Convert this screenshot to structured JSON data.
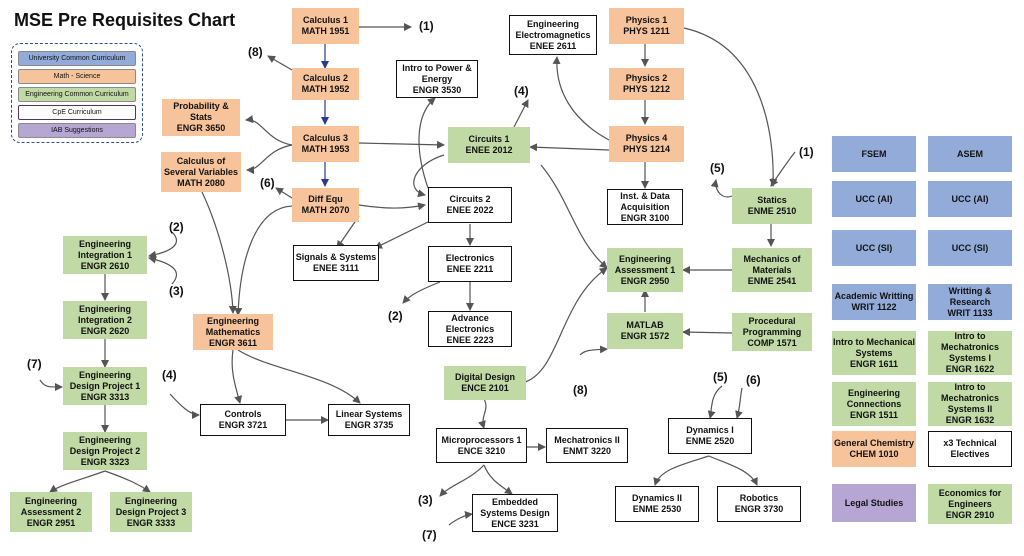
{
  "title": "MSE Pre Requisites Chart",
  "legend": [
    {
      "label": "University Common Curriculum",
      "color": "#92abd9"
    },
    {
      "label": "Math - Science",
      "color": "#f7c39a"
    },
    {
      "label": "Engineering Common Curriculum",
      "color": "#c1d9a4"
    },
    {
      "label": "CpE Curriculum",
      "color": "#ffffff"
    },
    {
      "label": "IAB Suggestions",
      "color": "#b5a6d3"
    }
  ],
  "courses": {
    "calc1": {
      "name": "Calculus 1",
      "code": "MATH 1951"
    },
    "calc2": {
      "name": "Calculus 2",
      "code": "MATH 1952"
    },
    "calc3": {
      "name": "Calculus 3",
      "code": "MATH 1953"
    },
    "probstat": {
      "name": "Probability & Stats",
      "code": "ENGR 3650"
    },
    "calcsev": {
      "name": "Calculus of Several Variables",
      "code": "MATH 2080"
    },
    "diffeq": {
      "name": "Diff Equ",
      "code": "MATH 2070"
    },
    "signals": {
      "name": "Signals & Systems",
      "code": "ENEE 3111"
    },
    "intropower": {
      "name": "Intro to Power & Energy",
      "code": "ENGR 3530"
    },
    "circ1": {
      "name": "Circuits 1",
      "code": "ENEE 2012"
    },
    "circ2": {
      "name": "Circuits 2",
      "code": "ENEE 2022"
    },
    "electronics": {
      "name": "Electronics",
      "code": "ENEE 2211"
    },
    "advelec": {
      "name": "Advance Electronics",
      "code": "ENEE 2223"
    },
    "emag": {
      "name": "Engineering Electromagnetics",
      "code": "ENEE 2611"
    },
    "phys1": {
      "name": "Physics 1",
      "code": "PHYS 1211"
    },
    "phys2": {
      "name": "Physics 2",
      "code": "PHYS 1212"
    },
    "phys4": {
      "name": "Physics 4",
      "code": "PHYS 1214"
    },
    "instdata": {
      "name": "Inst. & Data Acquisition",
      "code": "ENGR 3100"
    },
    "statics": {
      "name": "Statics",
      "code": "ENME 2510"
    },
    "mechmat": {
      "name": "Mechanics of Materials",
      "code": "ENME 2541"
    },
    "engassess1": {
      "name": "Engineering Assessment 1",
      "code": "ENGR 2950"
    },
    "matlab": {
      "name": "MATLAB",
      "code": "ENGR 1572"
    },
    "procprog": {
      "name": "Procedural Programming",
      "code": "COMP 1571"
    },
    "engint1": {
      "name": "Engineering Integration 1",
      "code": "ENGR 2610"
    },
    "engint2": {
      "name": "Engineering Integration 2",
      "code": "ENGR 2620"
    },
    "edp1": {
      "name": "Engineering Design Project 1",
      "code": "ENGR 3313"
    },
    "edp2": {
      "name": "Engineering Design Project 2",
      "code": "ENGR 3323"
    },
    "engassess2": {
      "name": "Engineering Assessment 2",
      "code": "ENGR 2951"
    },
    "edp3": {
      "name": "Engineering Design Project 3",
      "code": "ENGR 3333"
    },
    "engmath": {
      "name": "Engineering Mathematics",
      "code": "ENGR 3611"
    },
    "controls": {
      "name": "Controls",
      "code": "ENGR 3721"
    },
    "linsys": {
      "name": "Linear Systems",
      "code": "ENGR 3735"
    },
    "digdesign": {
      "name": "Digital Design",
      "code": "ENCE 2101"
    },
    "micro1": {
      "name": "Microprocessors 1",
      "code": "ENCE 3210"
    },
    "mechII": {
      "name": "Mechatronics II",
      "code": "ENMT 3220"
    },
    "embedded": {
      "name": "Embedded Systems Design",
      "code": "ENCE 3231"
    },
    "dyn1": {
      "name": "Dynamics I",
      "code": "ENME 2520"
    },
    "dyn2": {
      "name": "Dynamics II",
      "code": "ENME 2530"
    },
    "robotics": {
      "name": "Robotics",
      "code": "ENGR 3730"
    },
    "fsem": {
      "name": "FSEM",
      "code": ""
    },
    "asem": {
      "name": "ASEM",
      "code": ""
    },
    "ucc_ai_1": {
      "name": "UCC (AI)",
      "code": ""
    },
    "ucc_ai_2": {
      "name": "UCC (AI)",
      "code": ""
    },
    "ucc_si_1": {
      "name": "UCC (SI)",
      "code": ""
    },
    "ucc_si_2": {
      "name": "UCC (SI)",
      "code": ""
    },
    "acadwrit": {
      "name": "Academic Writting",
      "code": "WRIT 1122"
    },
    "writres": {
      "name": "Writting & Research",
      "code": "WRIT 1133"
    },
    "intromech": {
      "name": "Intro to Mechanical Systems",
      "code": "ENGR 1611"
    },
    "intromech1": {
      "name": "Intro to Mechatronics Systems I",
      "code": "ENGR 1622"
    },
    "engconn": {
      "name": "Engineering Connections",
      "code": "ENGR 1511"
    },
    "intromech2": {
      "name": "Intro to Mechatronics Systems II",
      "code": "ENGR 1632"
    },
    "genchem": {
      "name": "General Chemistry",
      "code": "CHEM 1010"
    },
    "techelec": {
      "name": "x3 Technical Electives",
      "code": ""
    },
    "legal": {
      "name": "Legal Studies",
      "code": ""
    },
    "econ": {
      "name": "Economics for Engineers",
      "code": "ENGR 2910"
    }
  },
  "labels": {
    "n1a": "(1)",
    "n8a": "(8)",
    "n6a": "(6)",
    "n4a": "(4)",
    "n5a": "(5)",
    "n1b": "(1)",
    "n2a": "(2)",
    "n3a": "(3)",
    "n7a": "(7)",
    "n4b": "(4)",
    "n2b": "(2)",
    "n8b": "(8)",
    "n5b": "(5)",
    "n6b": "(6)",
    "n3b": "(3)",
    "n7b": "(7)"
  }
}
